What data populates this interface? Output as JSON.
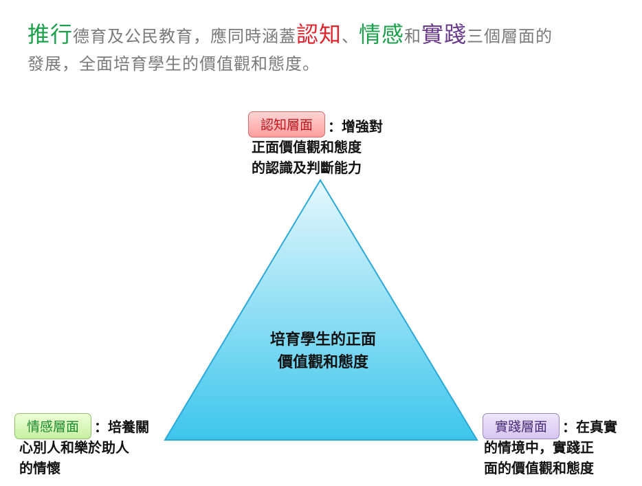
{
  "title": {
    "w1": "推行",
    "w2": "德育及公民教育，應同時涵蓋",
    "w3": "認知",
    "w4": "、",
    "w5": "情感",
    "w6": "和",
    "w7": "實踐",
    "w8": "三個層面的",
    "line2": "發展，全面培育學生的價值觀和態度。"
  },
  "triangle": {
    "center_line1": "培育學生的正面",
    "center_line2": "價值觀和態度"
  },
  "cognitive": {
    "tag": "認知層面",
    "desc_first": "：增強對",
    "desc_line2": "正面價值觀和態度",
    "desc_line3": "的認識及判斷能力"
  },
  "affective": {
    "tag": "情感層面",
    "desc_first": "：培養關",
    "desc_line2": "心別人和樂於助人",
    "desc_line3": "的情懷"
  },
  "practice": {
    "tag": "實踐層面",
    "desc_first": "：在真實",
    "desc_line2": "的情境中，實踐正",
    "desc_line3": "面的價值觀和態度"
  },
  "colors": {
    "triangle_top": "#e6f8fd",
    "triangle_bottom": "#3cc6ec",
    "triangle_stroke": "#2aa8d8"
  }
}
